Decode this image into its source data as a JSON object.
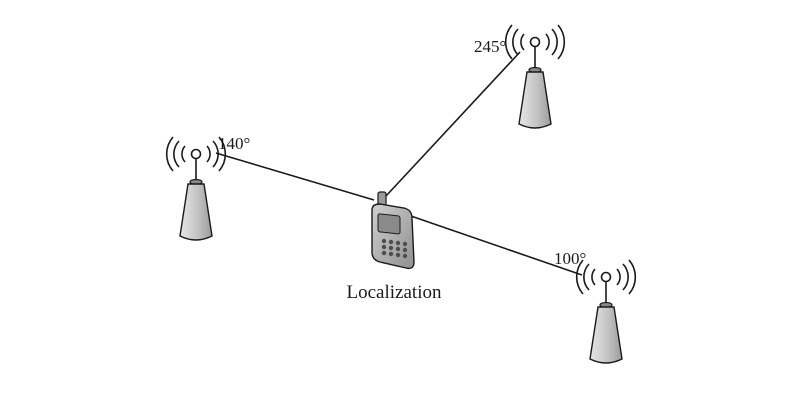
{
  "towers": [
    {
      "id": "left",
      "angle_label": "140°"
    },
    {
      "id": "top-right",
      "angle_label": "245°"
    },
    {
      "id": "bottom-right",
      "angle_label": "100°"
    }
  ],
  "device": {
    "caption": "Localization"
  },
  "colors": {
    "stroke": "#1a1a1a",
    "tower_fill": "#c9c9c9",
    "tower_shade": "#a9a9a9",
    "phone_body": "#b3b3b3",
    "phone_dark": "#5a5a5a"
  }
}
